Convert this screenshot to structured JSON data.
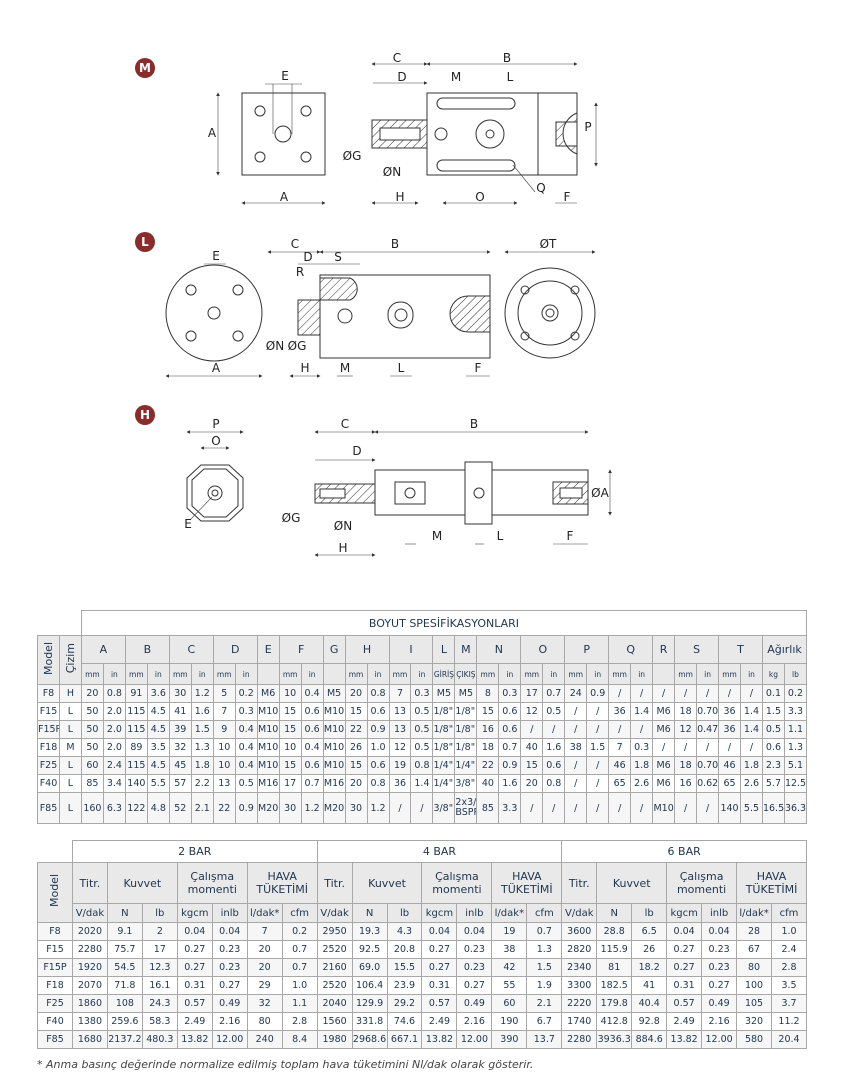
{
  "drawings": {
    "m": {
      "badge": "M",
      "labels": [
        "E",
        "A",
        "A",
        "C",
        "B",
        "D",
        "M",
        "L",
        "P",
        "ØG",
        "ØN",
        "H",
        "O",
        "Q",
        "F"
      ]
    },
    "l": {
      "badge": "L",
      "labels": [
        "E",
        "A",
        "C",
        "B",
        "D",
        "S",
        "R",
        "ØN",
        "ØG",
        "H",
        "M",
        "L",
        "F",
        "ØT"
      ]
    },
    "h": {
      "badge": "H",
      "labels": [
        "P",
        "O",
        "E",
        "C",
        "B",
        "D",
        "ØG",
        "ØN",
        "H",
        "M",
        "L",
        "F",
        "ØA"
      ]
    },
    "badge_color": "#8b2b2b"
  },
  "dimensions_table": {
    "title": "BOYUT SPESİFİKASYONLARI",
    "model_label": "Model",
    "drawing_label": "Çizim",
    "groups": [
      {
        "label": "A",
        "units": [
          "mm",
          "in"
        ]
      },
      {
        "label": "B",
        "units": [
          "mm",
          "in"
        ]
      },
      {
        "label": "C",
        "units": [
          "mm",
          "in"
        ]
      },
      {
        "label": "D",
        "units": [
          "mm",
          "in"
        ]
      },
      {
        "label": "E",
        "units": [
          ""
        ]
      },
      {
        "label": "F",
        "units": [
          "mm",
          "in"
        ]
      },
      {
        "label": "G",
        "units": [
          ""
        ]
      },
      {
        "label": "H",
        "units": [
          "mm",
          "in"
        ]
      },
      {
        "label": "I",
        "units": [
          "mm",
          "in"
        ]
      },
      {
        "label": "L",
        "units": [
          "GİRİŞ"
        ]
      },
      {
        "label": "M",
        "units": [
          "ÇIKIŞ"
        ]
      },
      {
        "label": "N",
        "units": [
          "mm",
          "in"
        ]
      },
      {
        "label": "O",
        "units": [
          "mm",
          "in"
        ]
      },
      {
        "label": "P",
        "units": [
          "mm",
          "in"
        ]
      },
      {
        "label": "Q",
        "units": [
          "mm",
          "in"
        ]
      },
      {
        "label": "R",
        "units": [
          ""
        ]
      },
      {
        "label": "S",
        "units": [
          "mm",
          "in"
        ]
      },
      {
        "label": "T",
        "units": [
          "mm",
          "in"
        ]
      },
      {
        "label": "Ağırlık",
        "units": [
          "kg",
          "lb"
        ]
      }
    ],
    "rows": [
      [
        "F8",
        "H",
        "20",
        "0.8",
        "91",
        "3.6",
        "30",
        "1.2",
        "5",
        "0.2",
        "M6",
        "10",
        "0.4",
        "M5",
        "20",
        "0.8",
        "7",
        "0.3",
        "M5",
        "M5",
        "8",
        "0.3",
        "17",
        "0.7",
        "24",
        "0.9",
        "/",
        "/",
        "/",
        "/",
        "/",
        "/",
        "/",
        "0.1",
        "0.2"
      ],
      [
        "F15",
        "L",
        "50",
        "2.0",
        "115",
        "4.5",
        "41",
        "1.6",
        "7",
        "0.3",
        "M10",
        "15",
        "0.6",
        "M10",
        "15",
        "0.6",
        "13",
        "0.5",
        "1/8\" BSPP",
        "1/8\" BSPP",
        "15",
        "0.6",
        "12",
        "0.5",
        "/",
        "/",
        "36",
        "1.4",
        "M6",
        "18",
        "0.70",
        "36",
        "1.4",
        "1.5",
        "3.3"
      ],
      [
        "F15P",
        "L",
        "50",
        "2.0",
        "115",
        "4.5",
        "39",
        "1.5",
        "9",
        "0.4",
        "M10",
        "15",
        "0.6",
        "M10",
        "22",
        "0.9",
        "13",
        "0.5",
        "1/8\" BSPP",
        "1/8\" BSPP",
        "16",
        "0.6",
        "/",
        "/",
        "/",
        "/",
        "/",
        "/",
        "M6",
        "12",
        "0.47",
        "36",
        "1.4",
        "0.5",
        "1.1"
      ],
      [
        "F18",
        "M",
        "50",
        "2.0",
        "89",
        "3.5",
        "32",
        "1.3",
        "10",
        "0.4",
        "M10",
        "10",
        "0.4",
        "M10",
        "26",
        "1.0",
        "12",
        "0.5",
        "1/8\" BSPP",
        "1/8\" BSPP",
        "18",
        "0.7",
        "40",
        "1.6",
        "38",
        "1.5",
        "7",
        "0.3",
        "/",
        "/",
        "/",
        "/",
        "/",
        "0.6",
        "1.3"
      ],
      [
        "F25",
        "L",
        "60",
        "2.4",
        "115",
        "4.5",
        "45",
        "1.8",
        "10",
        "0.4",
        "M10",
        "15",
        "0.6",
        "M10",
        "15",
        "0.6",
        "19",
        "0.8",
        "1/4\" BSPP",
        "1/4\" BSPP",
        "22",
        "0.9",
        "15",
        "0.6",
        "/",
        "/",
        "46",
        "1.8",
        "M6",
        "18",
        "0.70",
        "46",
        "1.8",
        "2.3",
        "5.1"
      ],
      [
        "F40",
        "L",
        "85",
        "3.4",
        "140",
        "5.5",
        "57",
        "2.2",
        "13",
        "0.5",
        "M16",
        "17",
        "0.7",
        "M16",
        "20",
        "0.8",
        "36",
        "1.4",
        "1/4\" BSPP",
        "3/8\" BSPP",
        "40",
        "1.6",
        "20",
        "0.8",
        "/",
        "/",
        "65",
        "2.6",
        "M6",
        "16",
        "0.62",
        "65",
        "2.6",
        "5.7",
        "12.5"
      ],
      [
        "F85",
        "L",
        "160",
        "6.3",
        "122",
        "4.8",
        "52",
        "2.1",
        "22",
        "0.9",
        "M20",
        "30",
        "1.2",
        "M20",
        "30",
        "1.2",
        "/",
        "/",
        "3/8\" BSPP",
        "2x3/8\" BSPP",
        "85",
        "3.3",
        "/",
        "/",
        "/",
        "/",
        "/",
        "/",
        "M10",
        "/",
        "/",
        "140",
        "5.5",
        "16.5",
        "36.3"
      ]
    ]
  },
  "performance_table": {
    "model_label": "Model",
    "pressures": [
      "2 BAR",
      "4 BAR",
      "6 BAR"
    ],
    "headers": [
      "Titr.",
      "Kuvvet",
      "Çalışma momenti",
      "HAVA TÜKETİMİ"
    ],
    "units": [
      "V/dak",
      "N",
      "lb",
      "kgcm",
      "inlb",
      "l/dak*",
      "cfm"
    ],
    "rows": [
      [
        "F8",
        "2020",
        "9.1",
        "2",
        "0.04",
        "0.04",
        "7",
        "0.2",
        "2950",
        "19.3",
        "4.3",
        "0.04",
        "0.04",
        "19",
        "0.7",
        "3600",
        "28.8",
        "6.5",
        "0.04",
        "0.04",
        "28",
        "1.0"
      ],
      [
        "F15",
        "2280",
        "75.7",
        "17",
        "0.27",
        "0.23",
        "20",
        "0.7",
        "2520",
        "92.5",
        "20.8",
        "0.27",
        "0.23",
        "38",
        "1.3",
        "2820",
        "115.9",
        "26",
        "0.27",
        "0.23",
        "67",
        "2.4"
      ],
      [
        "F15P",
        "1920",
        "54.5",
        "12.3",
        "0.27",
        "0.23",
        "20",
        "0.7",
        "2160",
        "69.0",
        "15.5",
        "0.27",
        "0.23",
        "42",
        "1.5",
        "2340",
        "81",
        "18.2",
        "0.27",
        "0.23",
        "80",
        "2.8"
      ],
      [
        "F18",
        "2070",
        "71.8",
        "16.1",
        "0.31",
        "0.27",
        "29",
        "1.0",
        "2520",
        "106.4",
        "23.9",
        "0.31",
        "0.27",
        "55",
        "1.9",
        "3300",
        "182.5",
        "41",
        "0.31",
        "0.27",
        "100",
        "3.5"
      ],
      [
        "F25",
        "1860",
        "108",
        "24.3",
        "0.57",
        "0.49",
        "32",
        "1.1",
        "2040",
        "129.9",
        "29.2",
        "0.57",
        "0.49",
        "60",
        "2.1",
        "2220",
        "179.8",
        "40.4",
        "0.57",
        "0.49",
        "105",
        "3.7"
      ],
      [
        "F40",
        "1380",
        "259.6",
        "58.3",
        "2.49",
        "2.16",
        "80",
        "2.8",
        "1560",
        "331.8",
        "74.6",
        "2.49",
        "2.16",
        "190",
        "6.7",
        "1740",
        "412.8",
        "92.8",
        "2.49",
        "2.16",
        "320",
        "11.2"
      ],
      [
        "F85",
        "1680",
        "2137.2",
        "480.3",
        "13.82",
        "12.00",
        "240",
        "8.4",
        "1980",
        "2968.6",
        "667.1",
        "13.82",
        "12.00",
        "390",
        "13.7",
        "2280",
        "3936.3",
        "884.6",
        "13.82",
        "12.00",
        "580",
        "20.4"
      ]
    ]
  },
  "footnote": "* Anma basınç değerinde normalize edilmiş toplam hava tüketimini Nl/dak olarak gösterir."
}
